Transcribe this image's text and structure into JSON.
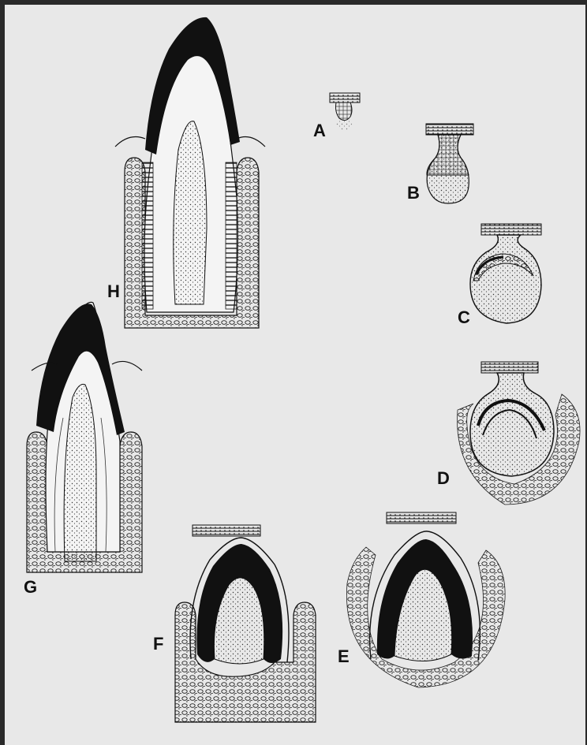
{
  "stages": [
    {
      "id": "a",
      "label": "A"
    },
    {
      "id": "b",
      "label": "B"
    },
    {
      "id": "c",
      "label": "C"
    },
    {
      "id": "d",
      "label": "D"
    },
    {
      "id": "e",
      "label": "E"
    },
    {
      "id": "f",
      "label": "F"
    },
    {
      "id": "g",
      "label": "G"
    },
    {
      "id": "h",
      "label": "H"
    }
  ],
  "colors": {
    "background": "#e8e8e8",
    "frame": "#2a2a2a",
    "ink": "#111111"
  }
}
